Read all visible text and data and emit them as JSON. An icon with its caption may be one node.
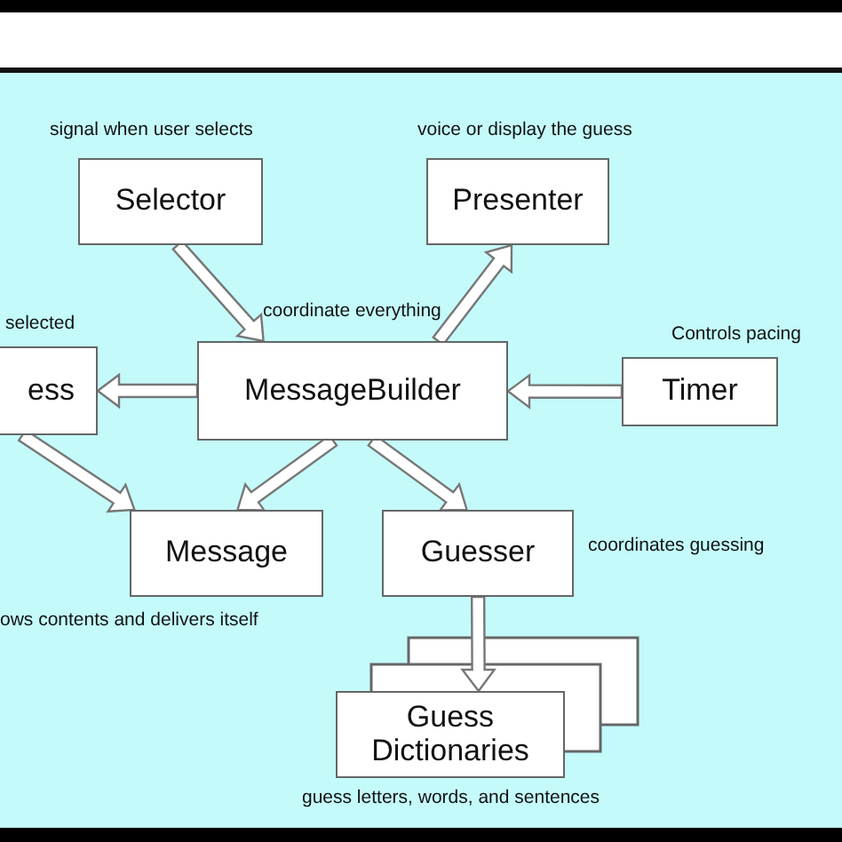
{
  "diagram": {
    "nodes": [
      {
        "text": [
          "Selector"
        ],
        "beside": [
          "signal when user selects"
        ]
      },
      {
        "text": [
          "Presenter"
        ],
        "beside": [
          "voice or display the guess"
        ]
      },
      {
        "text": [
          "ess"
        ],
        "beside": [
          "selected"
        ]
      },
      {
        "text": [
          "MessageBuilder"
        ],
        "beside": [
          "coordinate everything"
        ]
      },
      {
        "text": [
          "Timer"
        ],
        "beside": [
          "Controls pacing"
        ]
      },
      {
        "text": [
          "Message"
        ],
        "beside": [
          "ows contents and delivers itself"
        ]
      },
      {
        "text": [
          "Guesser"
        ],
        "beside": [
          "coordinates guessing"
        ]
      },
      {
        "text": [
          "Guess Dictionaries"
        ],
        "beside": [
          "guess letters, words, and sentences"
        ]
      }
    ],
    "edges": [
      {
        "from": 0,
        "to": 3,
        "arrow": "to"
      },
      {
        "from": 3,
        "to": 1,
        "arrow": "to"
      },
      {
        "from": 3,
        "to": 2,
        "arrow": "to"
      },
      {
        "from": 4,
        "to": 3,
        "arrow": "to"
      },
      {
        "from": 2,
        "to": 5,
        "arrow": "to"
      },
      {
        "from": 3,
        "to": 5,
        "arrow": "to"
      },
      {
        "from": 3,
        "to": 6,
        "arrow": "to"
      },
      {
        "from": 6,
        "to": 7,
        "arrow": "to"
      }
    ]
  }
}
